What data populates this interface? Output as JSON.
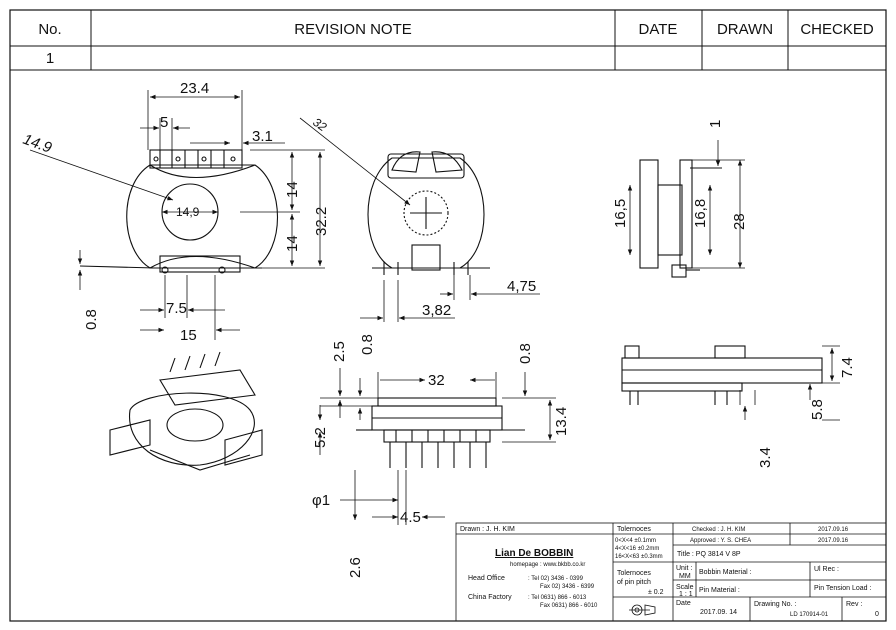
{
  "revision_table": {
    "headers": {
      "no": "No.",
      "note": "REVISION  NOTE",
      "date": "DATE",
      "drawn": "DRAWN",
      "checked": "CHECKED"
    },
    "rows": [
      {
        "no": "1",
        "note": "",
        "date": "",
        "drawn": "",
        "checked": ""
      }
    ]
  },
  "dimensions": {
    "top_width": "23.4",
    "pin_pitch": "5",
    "pin_offset": "3.1",
    "flange_dia": "14.9",
    "bore_dia": "14,9",
    "upper_half": "14",
    "lower_half": "14",
    "total_height": "32.2",
    "pin_base": "0.8",
    "bottom_pitch": "7.5",
    "bottom_width": "15",
    "rear_dia": "32",
    "pin_spacing_a": "4,75",
    "pin_spacing_b": "3,82",
    "side_thickness": "1",
    "side_h1": "16,5",
    "side_h2": "16,8",
    "side_h3": "28",
    "front_h1": "2.5",
    "front_h2": "0.8",
    "front_width": "32",
    "front_h3": "0.8",
    "front_h4": "13.4",
    "front_h5": "5.2",
    "pin_dia": "φ1",
    "pin_pitch_front": "4.5",
    "pin_length": "2.6",
    "top_view_h1": "7.4",
    "top_view_h2": "5.8",
    "top_view_h3": "3.4"
  },
  "title_block": {
    "drawn": "Drawn : J. H. KIM",
    "company": "Lian De BOBBIN",
    "homepage": "homepage : www.bkbb.co.kr",
    "head_office_label": "Head Office",
    "head_office_tel": ":  Tel   02) 3436 - 0399",
    "head_office_fax": "Fax   02) 3436 - 6399",
    "china_factory_label": "China Factory",
    "china_factory_tel": ":  Tel   0631) 866 - 6013",
    "china_factory_fax": "Fax   0631) 866 - 6010",
    "tolerances_label": "Tolernoces",
    "tol_1": "0<X<4    ±0.1mm",
    "tol_2": "4<X<16  ±0.2mm",
    "tol_3": "16<X<63 ±0.3mm",
    "pitch_tol_label": "Tolernoces",
    "pitch_tol_label2": "of pin pitch",
    "pitch_tol_value": "± 0.2",
    "checked": "Checked :    J. H. KIM",
    "checked_date": "2017.09.16",
    "approved": "Approved :   Y. S. CHEA",
    "approved_date": "2017.09.16",
    "title": "Title :  PQ 3814 V 8P",
    "unit_label": "Unit :",
    "unit_value": "MM",
    "bobbin_material": "Bobbin Material :",
    "ul_rec": "Ul Rec :",
    "scale_label": "Scale",
    "scale_value": "1 : 1",
    "pin_material": "Pin Material :",
    "pin_tension": "Pin Tension Load :",
    "date_label": "Date",
    "date_value": "2017.09. 14",
    "drawing_no_label": "Drawing No.  :",
    "drawing_no_value": "LD 170914-01",
    "rev_label": "Rev :",
    "rev_value": "0"
  }
}
